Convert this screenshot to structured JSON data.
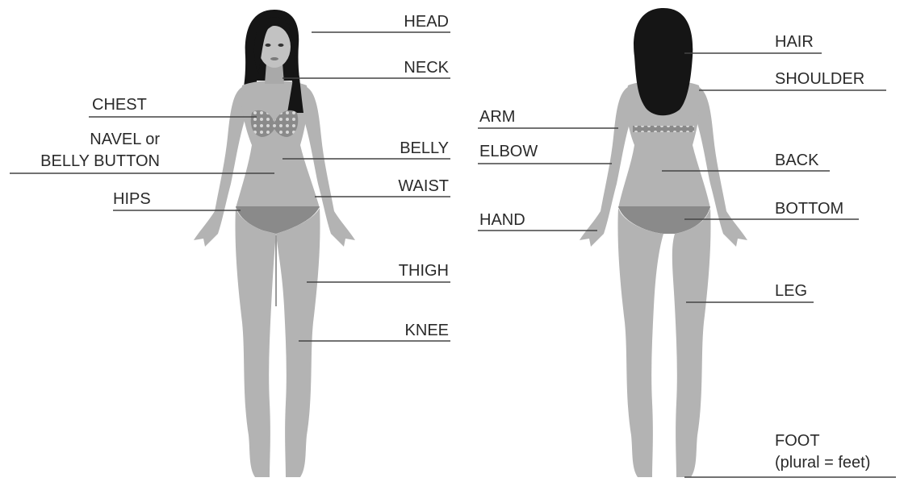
{
  "front": {
    "head": "HEAD",
    "neck": "NECK",
    "chest": "CHEST",
    "navel_line1": "NAVEL or",
    "navel_line2": "BELLY BUTTON",
    "belly": "BELLY",
    "waist": "WAIST",
    "hips": "HIPS",
    "thigh": "THIGH",
    "knee": "KNEE"
  },
  "back": {
    "hair": "HAIR",
    "shoulder": "SHOULDER",
    "arm": "ARM",
    "elbow": "ELBOW",
    "back": "BACK",
    "hand": "HAND",
    "bottom": "BOTTOM",
    "leg": "LEG",
    "foot_line1": "FOOT",
    "foot_line2": "(plural = feet)"
  },
  "colors": {
    "skin": "#b3b3b3",
    "skin_shadow": "#9a9a9a",
    "hair": "#151515",
    "bikini": "#8a8a8a",
    "line": "#444444",
    "text": "#2a2a2a"
  }
}
